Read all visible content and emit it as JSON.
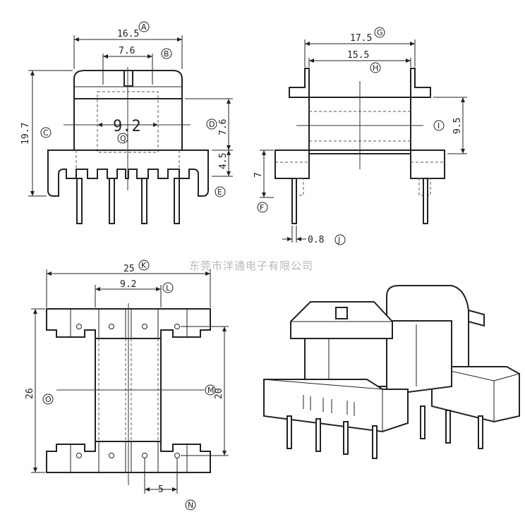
{
  "watermark": "东莞市洋通电子有限公司",
  "dimensions": {
    "A": "16.5",
    "B": "7.6",
    "C": "19.7",
    "D": "7.6",
    "E": "4.5",
    "F": "7",
    "G": "17.5",
    "H": "15.5",
    "I": "9.5",
    "J": "0.8",
    "K": "25",
    "L": "9.2",
    "M": "20",
    "N": "5",
    "O": "26",
    "Q": "9.2"
  },
  "callouts": {
    "A": "A",
    "B": "B",
    "C": "C",
    "D": "D",
    "E": "E",
    "F": "F",
    "G": "G",
    "H": "H",
    "I": "I",
    "J": "J",
    "K": "K",
    "L": "L",
    "M": "M",
    "N": "N",
    "O": "O",
    "Q": "Q"
  }
}
